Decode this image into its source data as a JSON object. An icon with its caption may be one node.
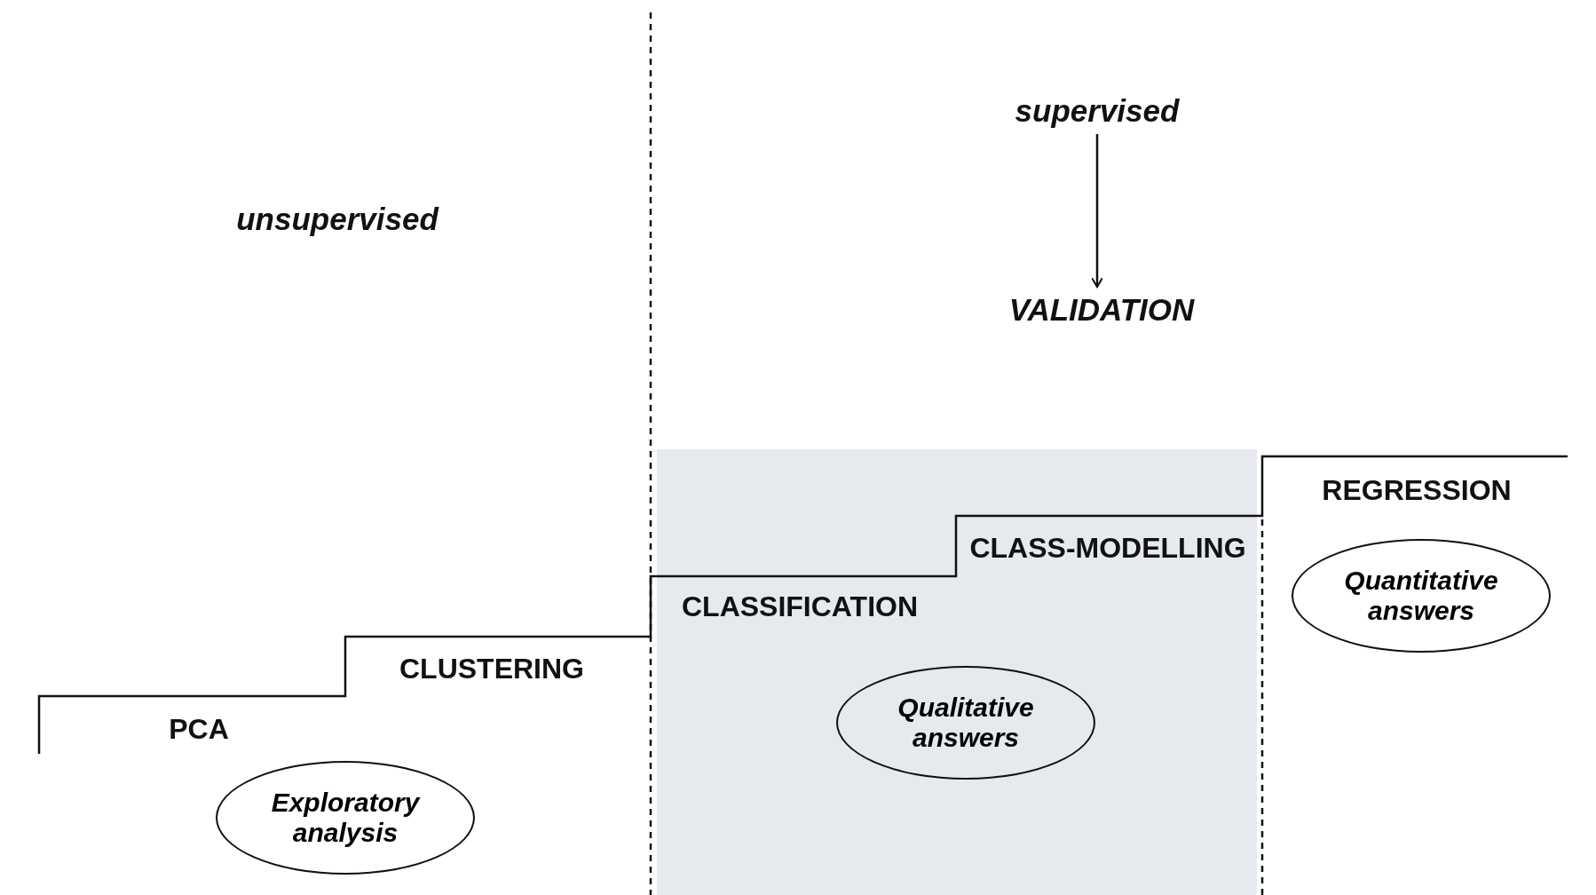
{
  "diagram": {
    "nodes": [
      {
        "text": [
          "supervised"
        ]
      },
      {
        "text": [
          "VALIDATION"
        ]
      },
      {
        "text": [
          "Exploratory analysis"
        ]
      },
      {
        "text": [
          "Qualitative answers"
        ]
      },
      {
        "text": [
          "Quantitative answers"
        ]
      }
    ],
    "edges": [
      {
        "from": 0,
        "to": 1,
        "arrow": "to"
      }
    ],
    "labels": [
      "unsupervised",
      "REGRESSION",
      "CLASS-MODELLING",
      "CLASSIFICATION",
      "CLUSTERING",
      "PCA"
    ]
  }
}
